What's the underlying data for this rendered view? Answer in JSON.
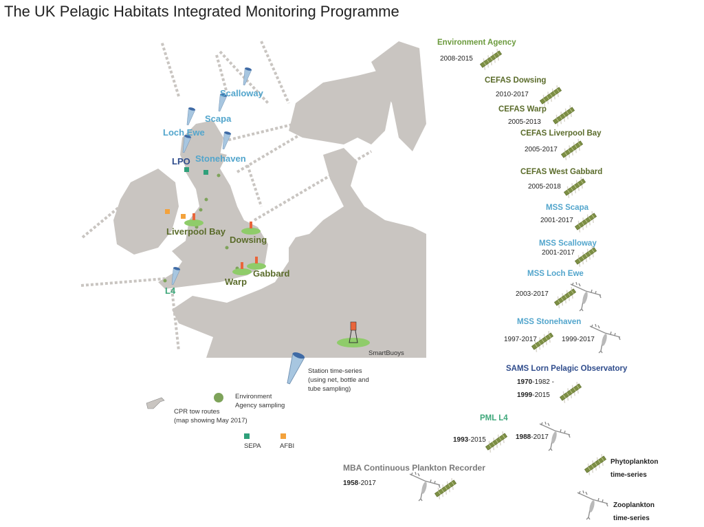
{
  "title": "The UK Pelagic Habitats Integrated Monitoring Programme",
  "map_labels": {
    "scalloway": "Scalloway",
    "scapa": "Scapa",
    "loch_ewe": "Loch Ewe",
    "lpo": "LPO",
    "stonehaven": "Stonehaven",
    "liverpool_bay": "Liverpool Bay",
    "dowsing": "Dowsing",
    "gabbard": "Gabbard",
    "warp": "Warp",
    "l4": "L4"
  },
  "legend": {
    "smartbuoys": "SmartBuoys",
    "station_line1": "Station time-series",
    "station_line2": "(using net, bottle and",
    "station_line3": "tube sampling)",
    "ea_line1": "Environment",
    "ea_line2": "Agency sampling",
    "cpr_line1": "CPR tow routes",
    "cpr_line2": "(map showing May 2017)",
    "sepa": "SEPA",
    "afbi": "AFBI",
    "phyto_line1": "Phytoplankton",
    "phyto_line2": "time-series",
    "zoo_line1": "Zooplankton",
    "zoo_line2": "time-series"
  },
  "programmes": {
    "ea": {
      "name": "Environment Agency",
      "years": "2008-2015"
    },
    "dowsing": {
      "name": "CEFAS Dowsing",
      "years": "2010-2017"
    },
    "warp": {
      "name": "CEFAS Warp",
      "years": "2005-2013"
    },
    "liverpool": {
      "name": "CEFAS Liverpool Bay",
      "years": "2005-2017"
    },
    "gabbard": {
      "name": "CEFAS West Gabbard",
      "years": "2005-2018"
    },
    "scapa": {
      "name": "MSS Scapa",
      "years": "2001-2017"
    },
    "scalloway": {
      "name": "MSS Scalloway",
      "years": "2001-2017"
    },
    "lochewe": {
      "name": "MSS Loch Ewe",
      "years": "2003-2017"
    },
    "stonehaven": {
      "name": "MSS Stonehaven",
      "years_phyto": "1997-2017",
      "years_zoo": "1999-2017"
    },
    "sams": {
      "name": "SAMS Lorn Pelagic Observatory",
      "y1_bold": "1970",
      "y1_rest": "-1982 -",
      "y2_bold": "1999",
      "y2_rest": "-2015"
    },
    "pml": {
      "name": "PML L4",
      "phyto_bold": "1993",
      "phyto_rest": "-2015",
      "zoo_bold": "1988",
      "zoo_rest": "-2017"
    },
    "mba": {
      "name": "MBA Continuous Plankton Recorder",
      "bold": "1958",
      "rest": "-2017"
    }
  },
  "colors": {
    "land": "#c9c5c1",
    "phyto": "#7d8f45",
    "zoo": "#9a9a9a",
    "sepa": "#2fa07a",
    "afbi": "#f3a23c",
    "ea_dot": "#7ea35a"
  }
}
